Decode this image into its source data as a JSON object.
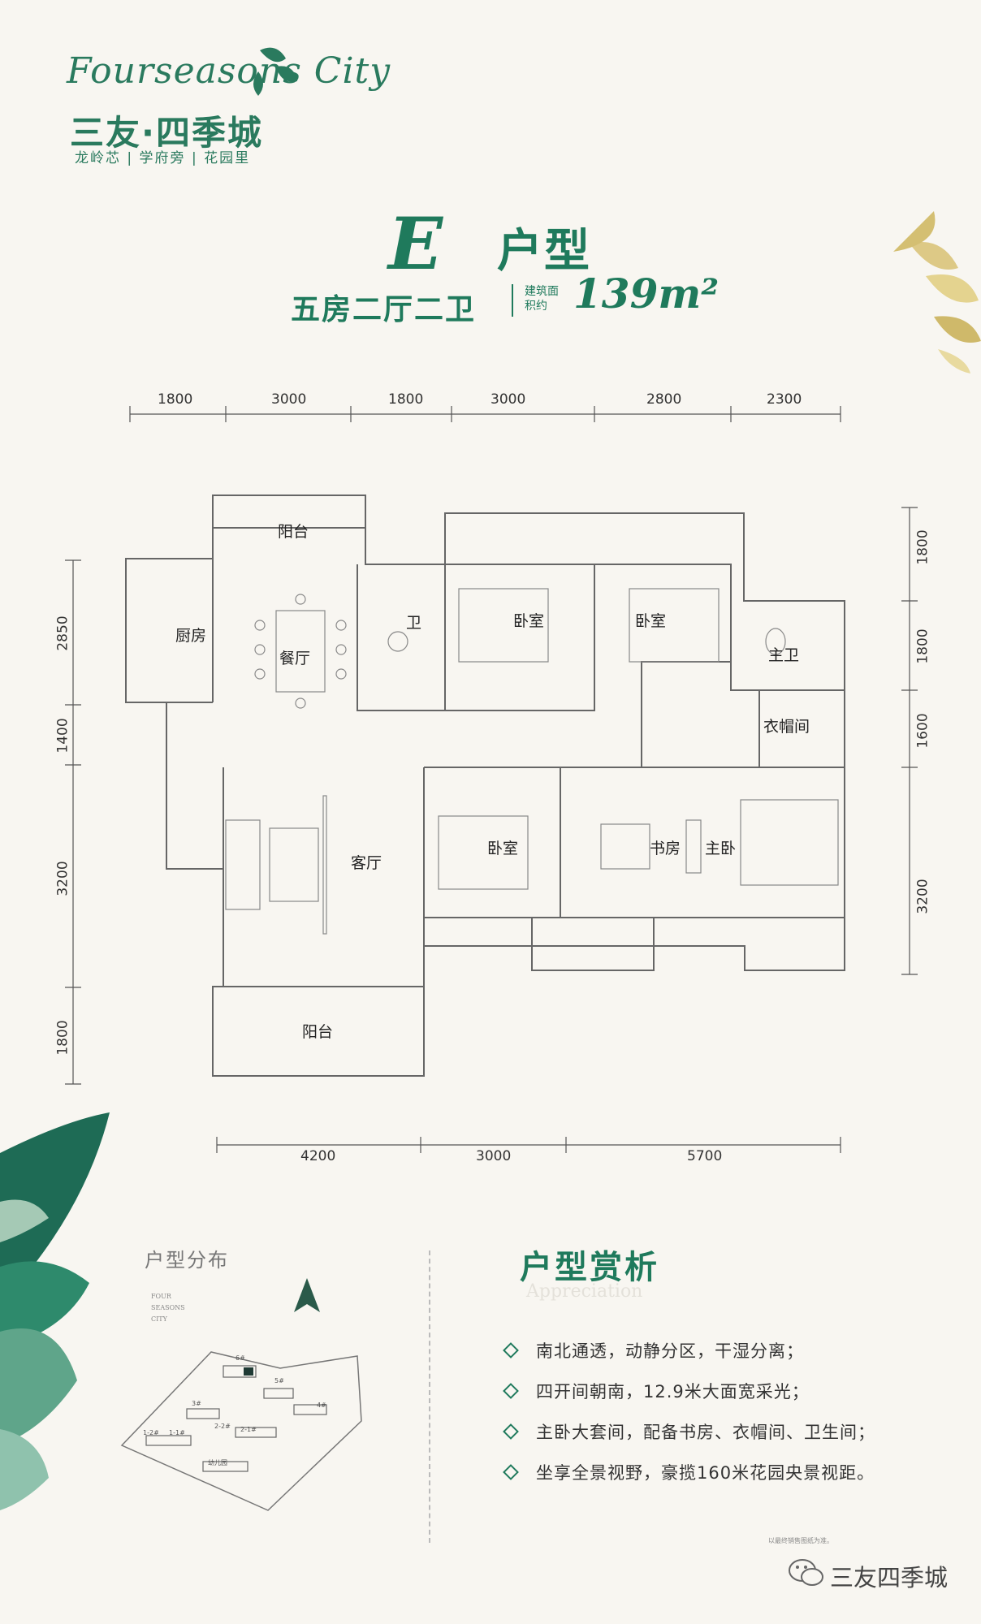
{
  "brand": {
    "script": "Fourseasons City",
    "name": "三友·四季城",
    "tagline": "龙岭芯 | 学府旁 | 花园里"
  },
  "unit": {
    "letter": "E",
    "type_label": "户型",
    "rooms": "五房二厅二卫",
    "area_label": "建筑面积约",
    "area_value": "139m²"
  },
  "dimensions": {
    "top": [
      "1800",
      "3000",
      "1800",
      "3000",
      "2800",
      "2300"
    ],
    "bottom": [
      "4200",
      "3000",
      "5700"
    ],
    "left": [
      "2850",
      "1400",
      "3200",
      "1800"
    ],
    "right": [
      "1800",
      "1800",
      "1600",
      "3200"
    ]
  },
  "rooms": {
    "balcony_north": "阳台",
    "kitchen": "厨房",
    "dining": "餐厅",
    "bath": "卫",
    "bedroom_a": "卧室",
    "bedroom_b": "卧室",
    "master_bath": "主卫",
    "closet": "衣帽间",
    "living": "客厅",
    "bedroom_c": "卧室",
    "study": "书房",
    "master_bed": "主卧",
    "balcony_south": "阳台"
  },
  "distribution": {
    "title": "户型分布",
    "four_seasons": "FOUR SEASONS CITY",
    "buildings": [
      "6#",
      "5#",
      "3#",
      "4#",
      "1-2#",
      "1-1#",
      "2-2#",
      "2-1#",
      "幼儿园"
    ]
  },
  "analysis": {
    "title": "户型赏析",
    "subtitle": "Appreciation",
    "features": [
      "南北通透，动静分区，干湿分离；",
      "四开间朝南，12.9米大面宽采光；",
      "主卧大套间，配备书房、衣帽间、卫生间；",
      "坐享全景视野，豪揽160米花园央景视距。"
    ]
  },
  "footer": {
    "note": "以最终销售图纸为准。",
    "wechat": "三友四季城"
  },
  "colors": {
    "brand_green": "#1f7a5c",
    "background": "#f8f6f1",
    "leaf_dark": "#1e6b55",
    "leaf_gold": "#d9c47a"
  }
}
